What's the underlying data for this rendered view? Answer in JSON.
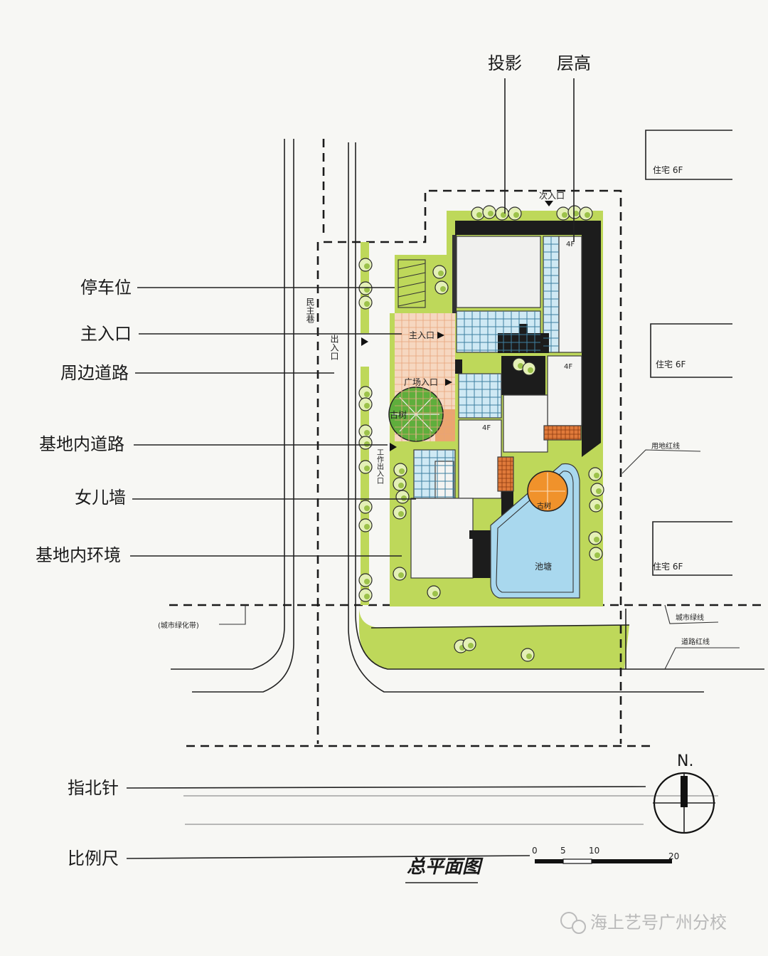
{
  "top_labels": {
    "projection": "投影",
    "floor_height": "层高"
  },
  "left_labels": {
    "parking": "停车位",
    "main_entrance": "主入口",
    "surrounding_road": "周边道路",
    "internal_road": "基地内道路",
    "parapet": "女儿墙",
    "internal_environment": "基地内环境",
    "north_arrow": "指北针",
    "scale_bar": "比例尺"
  },
  "plan": {
    "title": "总平面图",
    "north_mark": "N.",
    "scale_ticks": [
      "0",
      "5",
      "10",
      "20"
    ],
    "neighbor_buildings": [
      "住宅 6F",
      "住宅 6F",
      "住宅 6F"
    ],
    "secondary_entrance": "次入口",
    "lane_name": "民主巷",
    "lane_exit": "出入口",
    "entrance_main": "主入口",
    "entrance_plaza": "广场入口",
    "staff_entrance": "工作出入口",
    "floors": [
      "4F",
      "4F",
      "4F"
    ],
    "old_tree_1": "古树",
    "old_tree_2": "古树",
    "pond": "池塘",
    "site_boundary": "用地红线",
    "green_belt": "(城市绿化带)",
    "city_green_line": "城市绿线",
    "road_red_line": "道路红线"
  },
  "watermark": "海上艺号广州分校",
  "colors": {
    "site_green": "#bed85a",
    "glass_blue": "#cfe9f4",
    "plaza_orange": "#f6d7c0",
    "accent_orange": "#e07a3a",
    "pond_blue": "#a9d8ee",
    "old_tree_green": "#5fae3c",
    "old_tree_orange": "#f0922b",
    "shadow": "#1c1c1c"
  }
}
